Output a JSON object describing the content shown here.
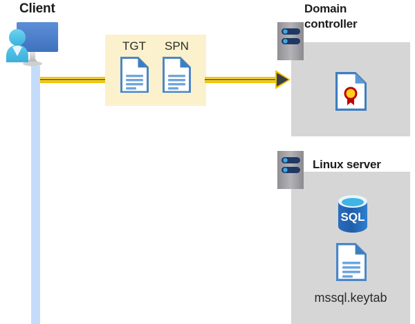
{
  "diagram": {
    "title_client": "Client",
    "title_domain_controller": "Domain\ncontroller",
    "title_domain_controller_line1": "Domain",
    "title_domain_controller_line2": "controller",
    "title_linux_server": "Linux server"
  },
  "tokens": {
    "tgt_label": "TGT",
    "spn_label": "SPN",
    "tgt_icon": "document-icon",
    "spn_icon": "document-icon",
    "box_color": "#fcf1cd"
  },
  "flow": {
    "arrow_color": "#f5c400",
    "arrow_head_color": "#3b3f4a",
    "direction": "client-to-domain-controller"
  },
  "client": {
    "icon": "user-monitor-icon",
    "lifeline_color": "#c4dcfa"
  },
  "domain_controller": {
    "rack_icon": "server-rack-icon",
    "panel_color": "#d6d6d6",
    "contents": [
      {
        "icon": "certificate-document-icon",
        "label": ""
      }
    ]
  },
  "linux_server": {
    "rack_icon": "server-rack-icon",
    "panel_color": "#d6d6d6",
    "contents": [
      {
        "icon": "sql-database-icon",
        "label": "SQL"
      },
      {
        "icon": "document-icon",
        "label": "mssql.keytab"
      }
    ],
    "sql_label": "SQL",
    "keytab_label": "mssql.keytab"
  }
}
